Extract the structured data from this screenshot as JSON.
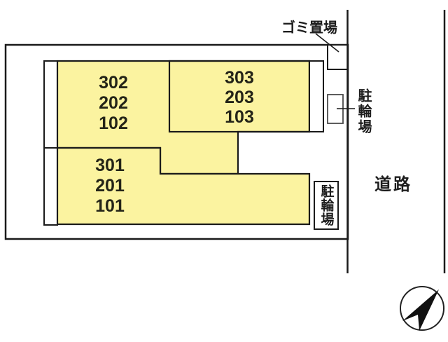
{
  "diagram_type": "site-plan",
  "colors": {
    "background": "#ffffff",
    "outline": "#1a1a1a",
    "unit_fill": "#fbf3a0",
    "compass_fill": "#111111"
  },
  "labels": {
    "garbage_area": "ゴミ置場",
    "bicycle_parking_side": "駐輪場",
    "bicycle_parking_bottom": "駐輪場",
    "road": "道路"
  },
  "units": {
    "center_stack": [
      "302",
      "202",
      "102"
    ],
    "right_stack": [
      "303",
      "203",
      "103"
    ],
    "bottom_stack": [
      "301",
      "201",
      "101"
    ]
  }
}
